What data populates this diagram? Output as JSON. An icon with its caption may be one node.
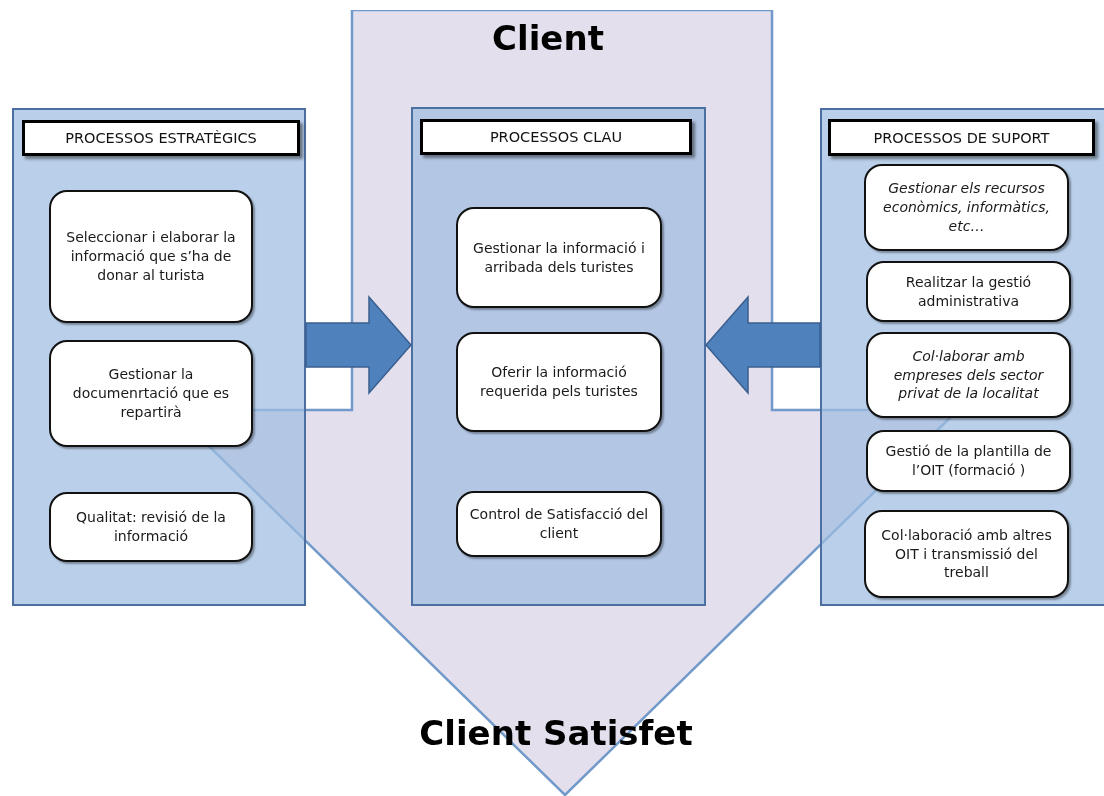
{
  "diagram": {
    "nodes": [
      {
        "text": [
          "Client",
          "Client Satisfet"
        ]
      },
      {
        "text": [
          "PROCESSOS ESTRATÈGICS"
        ]
      },
      {
        "text": [
          "Seleccionar i elaborar la informació que s’ha de donar al turista"
        ],
        "in": 1
      },
      {
        "text": [
          "Gestionar la documenrtació que es repartirà"
        ],
        "in": 1
      },
      {
        "text": [
          "Qualitat: revisió de la informació"
        ],
        "in": 1
      },
      {
        "text": [
          "PROCESSOS CLAU"
        ],
        "in": 0
      },
      {
        "text": [
          "Gestionar la informació i arribada dels turistes"
        ],
        "in": 5
      },
      {
        "text": [
          "Oferir la informació requerida pels turistes"
        ],
        "in": 5
      },
      {
        "text": [
          "Control de Satisfacció del client"
        ],
        "in": 5
      },
      {
        "text": [
          "PROCESSOS DE SUPORT"
        ]
      },
      {
        "text": [
          "Gestionar els recursos econòmics, informàtics, etc…"
        ],
        "in": 9
      },
      {
        "text": [
          "Realitzar la gestió administrativa"
        ],
        "in": 9
      },
      {
        "text": [
          "Col·laborar amb empreses dels sector privat de la localitat"
        ],
        "in": 9
      },
      {
        "text": [
          "Gestió de la plantilla de l’OIT  (formació )"
        ],
        "in": 9
      },
      {
        "text": [
          "Col·laboració amb altres OIT i transmissió del treball"
        ],
        "in": 9
      }
    ],
    "edges": [
      {
        "from": 1,
        "to": 5,
        "arrow": "to"
      },
      {
        "from": 9,
        "to": 5,
        "arrow": "to"
      }
    ]
  }
}
